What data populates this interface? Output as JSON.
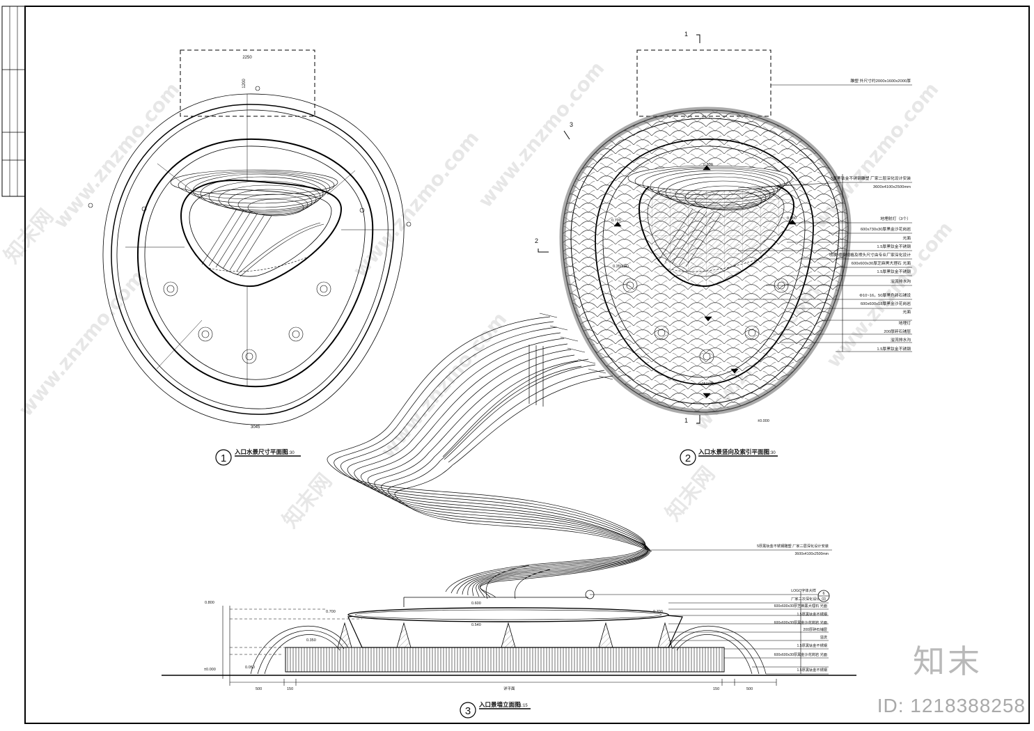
{
  "titles": {
    "plan1": "入口水景尺寸平面图",
    "plan1_scale": "1:30",
    "plan2": "入口水景竖向及索引平面图",
    "plan2_scale": "1:30",
    "elev": "入口景墙立面图",
    "elev_scale": "1:15",
    "num1": "1",
    "num2": "2",
    "num3": "3"
  },
  "section_marks": {
    "s1": "1",
    "s2": "2",
    "s3": "3"
  },
  "plan1_dims": {
    "top_width": "2250",
    "bottom_width": "3045",
    "top_depth": "1200"
  },
  "plan2_notes": [
    "雕塑  外尺寸约2000x1600x2000厚",
    "5厚黑钛金不锈钢雕塑  厂家二层深化设计安装",
    "3600x4100x2500mm",
    "地埋射灯（3个）",
    "600x730x30厚黑金沙花岗岩",
    "光面",
    "1.5厚黑钛金不锈钢",
    "喷泉  喷泉规格及喷头尺寸由专业厂家深化设计",
    "600x600x30厚芝麻黑大理石  光面",
    "1.5厚黑钛金不锈钢",
    "溢流排水沟",
    "Φ10~16，50厚黑色卵石铺设",
    "600x600x18厚黑金沙花岗岩",
    "光面",
    "地埋灯",
    "200厚碎石铺层",
    "溢流排水沟",
    "1.5厚黑钛金不锈钢"
  ],
  "elev_notes": [
    "5厚黑钛金不锈钢雕塑  厂家二层深化设计安装",
    "3600x4100x2500mm",
    "LOGO字体大样",
    "厂家二次深化设计安装",
    "600x600x30厚芝麻黑大理石  光面",
    "1.5厚黑钛金不锈钢",
    "600x600x30厚黑金沙花岗岩  光面",
    "200厚碎石铺层",
    "溢流",
    "1.5厚黑钛金不锈钢",
    "600x600x30厚黑金沙花岗岩  光面",
    "1.5厚黑钛金不锈钢"
  ],
  "elev_levels": {
    "l1": "0.800",
    "l2": "0.700",
    "l3": "0.600",
    "l4": "0.540",
    "l5": "0.700",
    "l6": "0.350",
    "l7": "0.050",
    "l8": "±0.000"
  },
  "elev_dims": {
    "d1": "500",
    "d2": "150",
    "d3": "150",
    "d4": "500",
    "mid": "详平面"
  },
  "detail_index": {
    "top": "6",
    "bottom": "03"
  },
  "plan2_levels": {
    "top": "0.800",
    "left": "0.700",
    "right": "0.800",
    "inner": "0.350(底)",
    "bottom": "0.050(顶)",
    "ground": "±0.000"
  },
  "watermarks": {
    "site": "www.znzmo.com",
    "cn": "知末网"
  },
  "brand": {
    "logo": "知末",
    "id": "ID: 1218388258"
  }
}
